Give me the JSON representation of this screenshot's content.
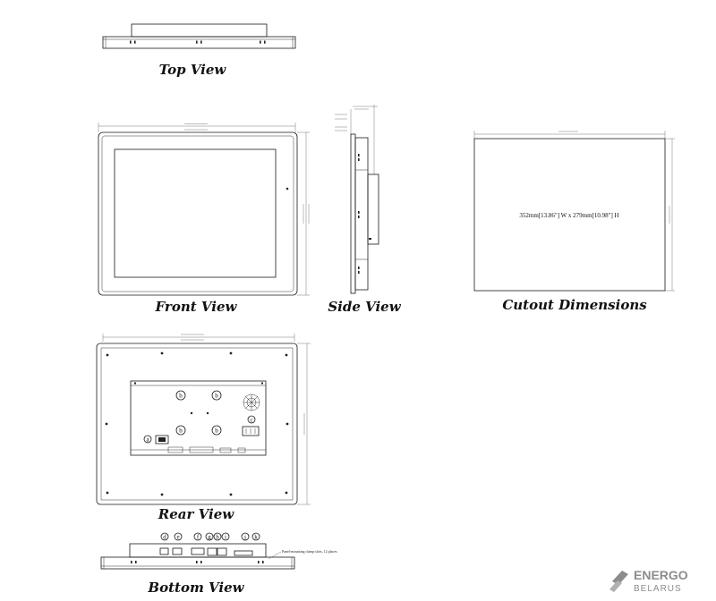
{
  "captions": {
    "top_view": "Top View",
    "front_view": "Front View",
    "side_view": "Side View",
    "cutout_dimensions": "Cutout Dimensions",
    "rear_view": "Rear View",
    "bottom_view": "Bottom View"
  },
  "cutout": {
    "label": "352mm[13.86\"] W x 279mm[10.98\"] H"
  },
  "rear_callouts": [
    "a",
    "b",
    "b",
    "b",
    "b",
    "c"
  ],
  "bottom_callouts": [
    "d",
    "e",
    "f",
    "g",
    "h",
    "i",
    "j",
    "k"
  ],
  "bottom_note": "Panel-mounting clamp slots, 12 places",
  "logo": {
    "line1": "ENERGO",
    "line2": "BELARUS",
    "color": "#8c8c8c"
  }
}
